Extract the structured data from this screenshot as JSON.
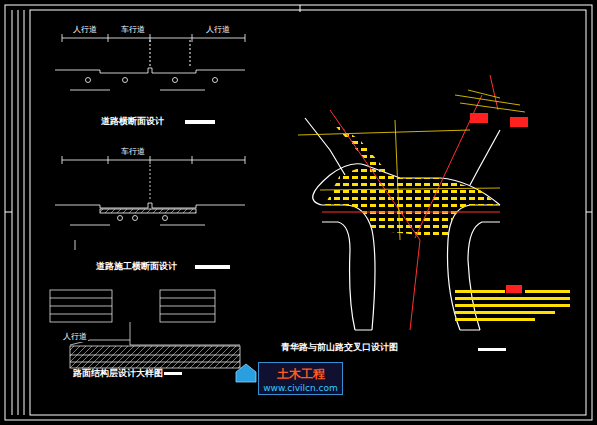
{
  "diagram": {
    "nodes": [
      {
        "text": [
          "土木工程",
          "www.civilcn.com"
        ]
      }
    ],
    "labels": [
      "人行道",
      "车行道",
      "人行道",
      "道路横断面设计",
      "车行道",
      "道路施工横断面设计",
      "人行道",
      "路面结构层设计大样图",
      "青华路与前山路交叉口设计图"
    ]
  }
}
